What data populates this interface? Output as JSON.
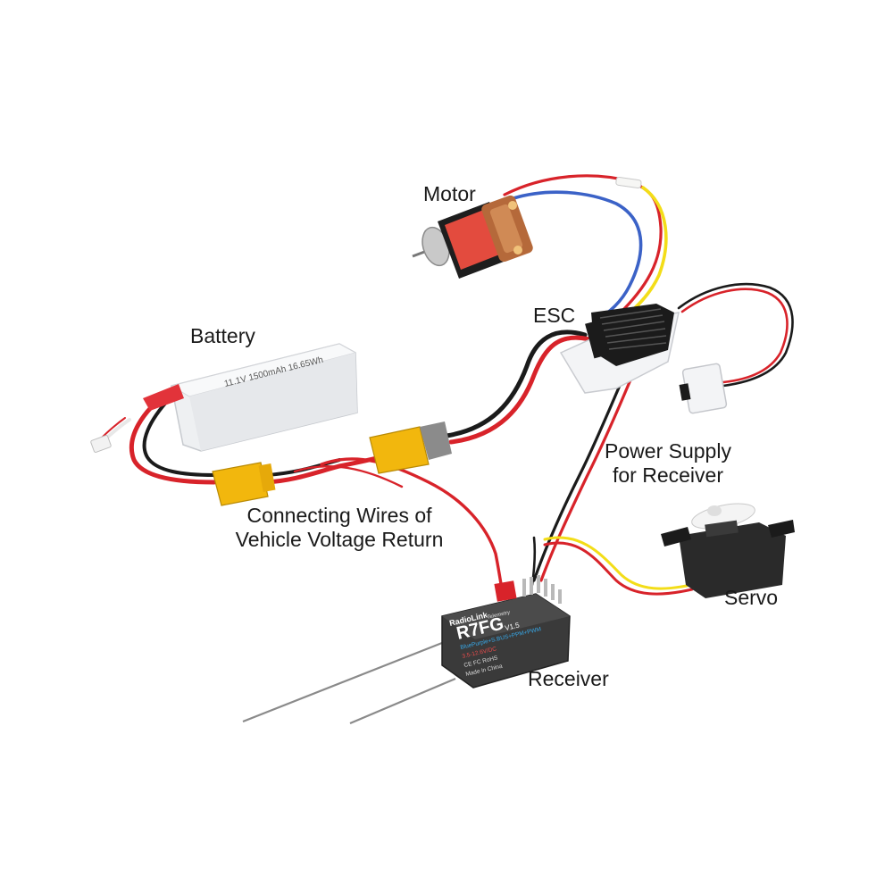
{
  "labels": {
    "motor": "Motor",
    "esc": "ESC",
    "battery": "Battery",
    "power_supply_line1": "Power Supply",
    "power_supply_line2": "for Receiver",
    "connecting_line1": "Connecting Wires of",
    "connecting_line2": "Vehicle Voltage Return",
    "servo": "Servo",
    "receiver": "Receiver"
  },
  "battery_print": "11.1V 1500mAh 16.65Wh",
  "receiver_print": {
    "brand": "RadioLink",
    "model": "R7FG",
    "version": "V1.5",
    "telemetry": "Telemetry",
    "modes": "BluePurple+S.BUS+PPM+PWM",
    "voltage": "3.5-12.6V/DC",
    "certs": "CE FC RoHS",
    "origin": "Made in China"
  },
  "colors": {
    "wire_red": "#d8232a",
    "wire_black": "#1b1b1b",
    "wire_yellow": "#f3dd18",
    "wire_blue": "#3b62c7",
    "connector_yellow": "#f2b70d",
    "motor_can": "#e34b3e",
    "battery_body": "#eef0f2",
    "esc_body": "#f3f4f6",
    "servo_body": "#2a2a2a",
    "receiver_body": "#3a3a3a"
  }
}
